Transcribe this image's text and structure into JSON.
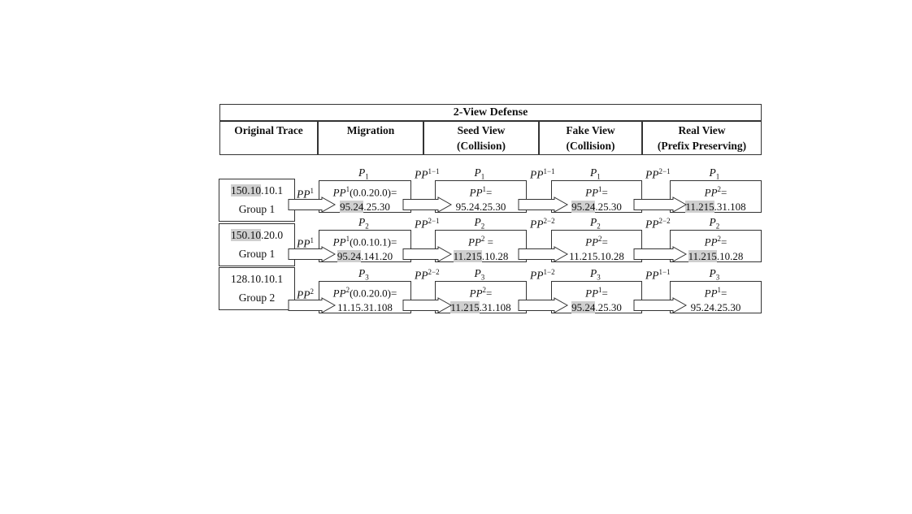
{
  "title": "2-View Defense",
  "headers": [
    {
      "line1": "Original Trace",
      "line2": ""
    },
    {
      "line1": "Migration",
      "line2": ""
    },
    {
      "line1": "Seed View",
      "line2": "(Collision)"
    },
    {
      "line1": "Fake View",
      "line2": "(Collision)"
    },
    {
      "line1": "Real View",
      "line2": "(Prefix Preserving)"
    }
  ],
  "rows": [
    {
      "orig": {
        "hl": "150.10",
        "rest": ".10.1",
        "group": "Group 1"
      },
      "arrow_label": {
        "base": "PP",
        "sup": "1"
      },
      "p_label": {
        "base": "P",
        "sub": "1"
      },
      "cells": [
        {
          "line1": {
            "base": "PP",
            "sup": "1",
            "tail": "(0.0.20.0)="
          },
          "hl": "95.24",
          "rest": ".25.30"
        },
        {
          "line1": {
            "base": "PP",
            "sup": "1",
            "tail": "="
          },
          "hl": "",
          "rest": "95.24.25.30"
        },
        {
          "line1": {
            "base": "PP",
            "sup": "1",
            "tail": "="
          },
          "hl": "95.24",
          "rest": ".25.30"
        },
        {
          "line1": {
            "base": "PP",
            "sup": "2",
            "tail": "="
          },
          "hl": "11.215",
          "rest": ".31.108"
        }
      ],
      "between": [
        {
          "base": "PP",
          "sup": "1−1"
        },
        {
          "base": "PP",
          "sup": "1−1"
        },
        {
          "base": "PP",
          "sup": "2−1"
        }
      ]
    },
    {
      "orig": {
        "hl": "150.10",
        "rest": ".20.0",
        "group": "Group 1"
      },
      "arrow_label": {
        "base": "PP",
        "sup": "1"
      },
      "p_label": {
        "base": "P",
        "sub": "2"
      },
      "cells": [
        {
          "line1": {
            "base": "PP",
            "sup": "1",
            "tail": "(0.0.10.1)="
          },
          "hl": "95.24",
          "rest": ".141.20"
        },
        {
          "line1": {
            "base": "PP",
            "sup": "2",
            "tail": " ="
          },
          "hl": "11.215",
          "rest": ".10.28"
        },
        {
          "line1": {
            "base": "PP",
            "sup": "2",
            "tail": "="
          },
          "hl": "",
          "rest": "11.215.10.28"
        },
        {
          "line1": {
            "base": "PP",
            "sup": "2",
            "tail": "="
          },
          "hl": "11.215",
          "rest": ".10.28"
        }
      ],
      "between": [
        {
          "base": "PP",
          "sup": "2−1"
        },
        {
          "base": "PP",
          "sup": "2−2"
        },
        {
          "base": "PP",
          "sup": "2−2"
        }
      ]
    },
    {
      "orig": {
        "hl": "",
        "rest": "128.10.10.1",
        "group": "Group 2"
      },
      "arrow_label": {
        "base": "PP",
        "sup": "2"
      },
      "p_label": {
        "base": "P",
        "sub": "3"
      },
      "cells": [
        {
          "line1": {
            "base": "PP",
            "sup": "2",
            "tail": "(0.0.20.0)="
          },
          "hl": "",
          "rest": "11.15.31.108"
        },
        {
          "line1": {
            "base": "PP",
            "sup": "2",
            "tail": "="
          },
          "hl": "11.215",
          "rest": ".31.108"
        },
        {
          "line1": {
            "base": "PP",
            "sup": "1",
            "tail": "="
          },
          "hl": "95.24",
          "rest": ".25.30"
        },
        {
          "line1": {
            "base": "PP",
            "sup": "1",
            "tail": "="
          },
          "hl": "",
          "rest": "95.24.25.30"
        }
      ],
      "between": [
        {
          "base": "PP",
          "sup": "2−2"
        },
        {
          "base": "PP",
          "sup": "1−2"
        },
        {
          "base": "PP",
          "sup": "1−1"
        }
      ]
    }
  ]
}
